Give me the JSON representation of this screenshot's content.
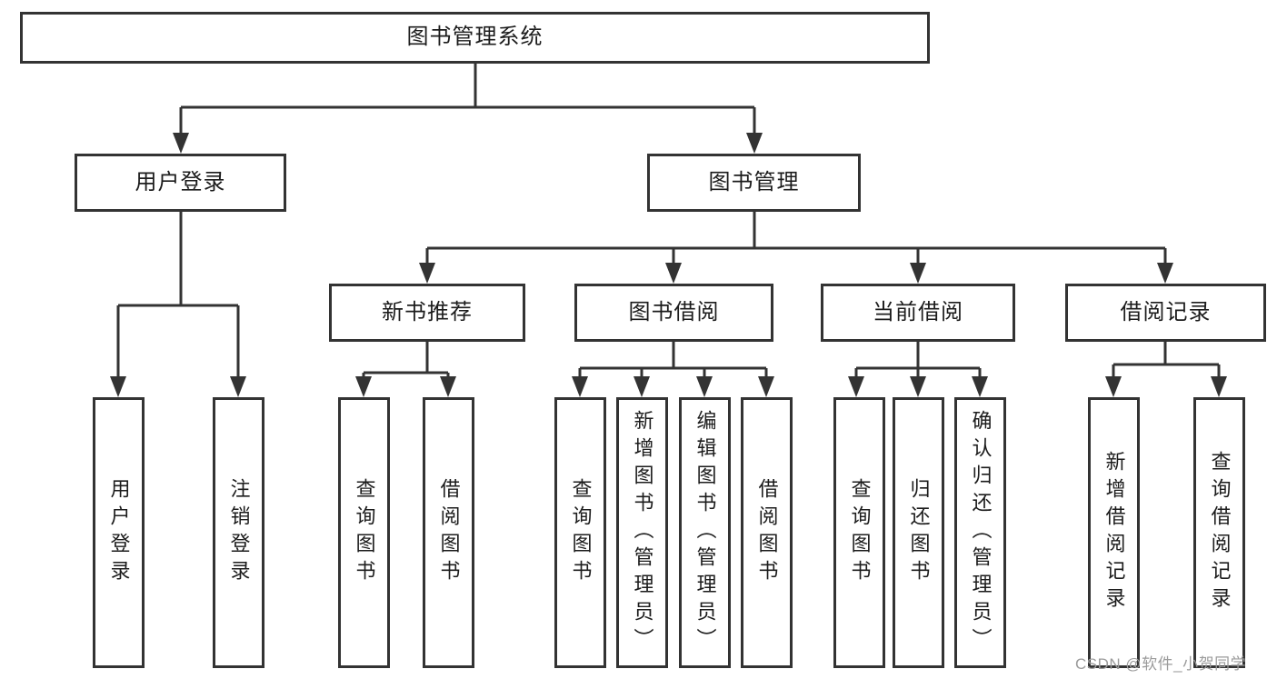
{
  "colors": {
    "line": "#333333",
    "box_border": "#333333",
    "text": "#1c1c1c",
    "watermark": "#9b9b9b",
    "background": "#ffffff"
  },
  "tree": {
    "root": {
      "label": "图书管理系统",
      "children": [
        {
          "label": "用户登录",
          "children": [
            {
              "label": "用户登录"
            },
            {
              "label": "注销登录"
            }
          ]
        },
        {
          "label": "图书管理",
          "children": [
            {
              "label": "新书推荐",
              "children": [
                {
                  "label": "查询图书"
                },
                {
                  "label": "借阅图书"
                }
              ]
            },
            {
              "label": "图书借阅",
              "children": [
                {
                  "label": "查询图书"
                },
                {
                  "label": "新增图书（管理员）"
                },
                {
                  "label": "编辑图书（管理员）"
                },
                {
                  "label": "借阅图书"
                }
              ]
            },
            {
              "label": "当前借阅",
              "children": [
                {
                  "label": "查询图书"
                },
                {
                  "label": "归还图书"
                },
                {
                  "label": "确认归还（管理员）"
                }
              ]
            },
            {
              "label": "借阅记录",
              "children": [
                {
                  "label": "新增借阅记录"
                },
                {
                  "label": "查询借阅记录"
                }
              ]
            }
          ]
        }
      ]
    }
  },
  "watermark": {
    "text": "CSDN @软件_小贺同学"
  }
}
